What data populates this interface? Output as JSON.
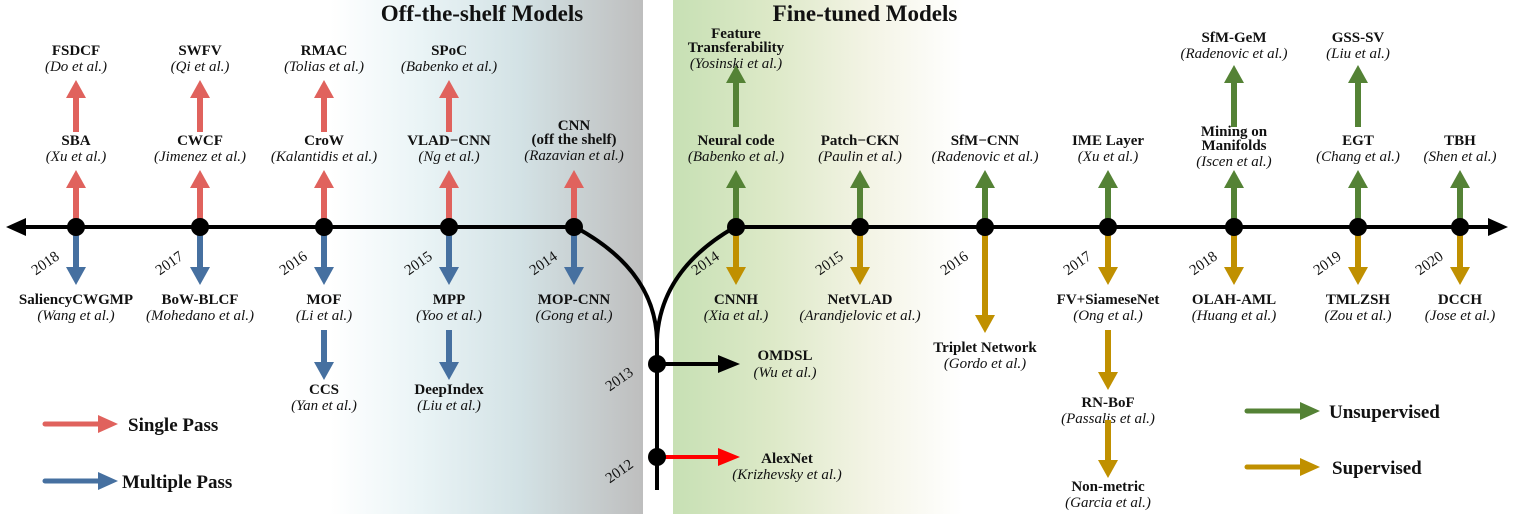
{
  "titles": {
    "left": "Off-the-shelf Models",
    "right": "Fine-tuned Models"
  },
  "colors": {
    "single_pass": "#e0625d",
    "multiple_pass": "#4670a0",
    "unsupervised": "#548235",
    "supervised": "#c09000",
    "alexnet": "#ff0000",
    "axis": "#000000"
  },
  "legend": {
    "single_pass": "Single Pass",
    "multiple_pass": "Multiple Pass",
    "unsupervised": "Unsupervised",
    "supervised": "Supervised"
  },
  "left_years": [
    "2018",
    "2017",
    "2016",
    "2015",
    "2014"
  ],
  "right_years": [
    "2014",
    "2015",
    "2016",
    "2017",
    "2018",
    "2019",
    "2020"
  ],
  "root_years": [
    "2013",
    "2012"
  ],
  "off_the_shelf": {
    "2018": {
      "up": [
        {
          "name": "SBA",
          "author": "(Xu et al.)"
        },
        {
          "name": "FSDCF",
          "author": "(Do et al.)"
        }
      ],
      "down": [
        {
          "name": "SaliencyCWGMP",
          "author": "(Wang et al.)"
        }
      ]
    },
    "2017": {
      "up": [
        {
          "name": "CWCF",
          "author": "(Jimenez et al.)"
        },
        {
          "name": "SWFV",
          "author": "(Qi et al.)"
        }
      ],
      "down": [
        {
          "name": "BoW-BLCF",
          "author": "(Mohedano et al.)"
        }
      ]
    },
    "2016": {
      "up": [
        {
          "name": "CroW",
          "author": "(Kalantidis et al.)"
        },
        {
          "name": "RMAC",
          "author": "(Tolias et al.)"
        }
      ],
      "down": [
        {
          "name": "MOF",
          "author": "(Li et al.)"
        },
        {
          "name": "CCS",
          "author": "(Yan et al.)"
        }
      ]
    },
    "2015": {
      "up": [
        {
          "name": "VLAD−CNN",
          "author": "(Ng et al.)"
        },
        {
          "name": "SPoC",
          "author": "(Babenko et al.)"
        }
      ],
      "down": [
        {
          "name": "MPP",
          "author": "(Yoo et al.)"
        },
        {
          "name": "DeepIndex",
          "author": "(Liu et al.)"
        }
      ]
    },
    "2014": {
      "up": [
        {
          "name": "CNN",
          "name2": "(off the shelf)",
          "author": "(Razavian et al.)"
        }
      ],
      "down": [
        {
          "name": "MOP-CNN",
          "author": "(Gong et al.)"
        }
      ]
    }
  },
  "fine_tuned": {
    "2014": {
      "up": [
        {
          "name": "Neural code",
          "author": "(Babenko et al.)"
        },
        {
          "name": "Feature",
          "name2": "Transferability",
          "author": "(Yosinski et al.)"
        }
      ],
      "down": [
        {
          "name": "CNNH",
          "author": "(Xia et al.)"
        }
      ]
    },
    "2015": {
      "up": [
        {
          "name": "Patch−CKN",
          "author": "(Paulin et al.)"
        }
      ],
      "down": [
        {
          "name": "NetVLAD",
          "author": "(Arandjelovic et al.)"
        }
      ]
    },
    "2016": {
      "up": [
        {
          "name": "SfM−CNN",
          "author": "(Radenovic et al.)"
        }
      ],
      "down": [
        {
          "name": "Triplet Network",
          "author": "(Gordo et al.)"
        }
      ]
    },
    "2017": {
      "up": [
        {
          "name": "IME Layer",
          "author": "(Xu et al.)"
        }
      ],
      "down": [
        {
          "name": "FV+SiameseNet",
          "author": "(Ong et al.)"
        },
        {
          "name": "RN-BoF",
          "author": "(Passalis et al.)"
        },
        {
          "name": "Non-metric",
          "author": "(Garcia et al.)"
        }
      ]
    },
    "2018": {
      "up": [
        {
          "name": "Mining on",
          "name2": "Manifolds",
          "author": "(Iscen et al.)"
        },
        {
          "name": "SfM-GeM",
          "author": "(Radenovic et al.)"
        }
      ],
      "down": [
        {
          "name": "OLAH-AML",
          "author": "(Huang et al.)"
        }
      ]
    },
    "2019": {
      "up": [
        {
          "name": "EGT",
          "author": "(Chang et al.)"
        },
        {
          "name": "GSS-SV",
          "author": "(Liu et al.)"
        }
      ],
      "down": [
        {
          "name": "TMLZSH",
          "author": "(Zou et al.)"
        }
      ]
    },
    "2020": {
      "up": [
        {
          "name": "TBH",
          "author": "(Shen et al.)"
        }
      ],
      "down": [
        {
          "name": "DCCH",
          "author": "(Jose et al.)"
        }
      ]
    }
  },
  "root": {
    "2013": {
      "name": "OMDSL",
      "author": "(Wu et al.)"
    },
    "2012": {
      "name": "AlexNet",
      "author": "(Krizhevsky et al.)"
    }
  }
}
